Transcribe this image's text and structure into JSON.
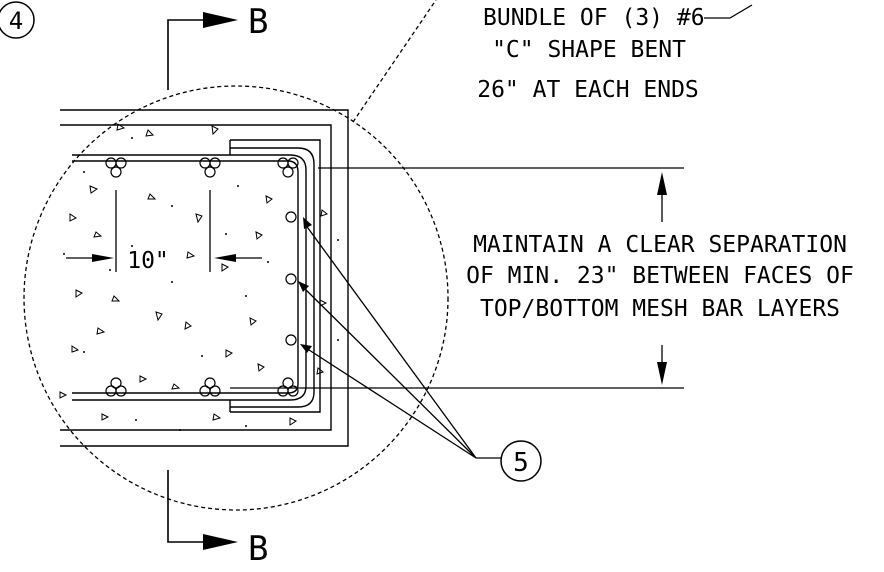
{
  "drawing": {
    "section_mark_top": "B",
    "section_mark_bottom": "B",
    "callout_4": "4",
    "callout_5": "5",
    "bundle_note": [
      "BUNDLE OF (3) #6",
      "\"C\" SHAPE BENT",
      "26\" AT EACH ENDS"
    ],
    "spacing_dim": "10\"",
    "separation_note": [
      "MAINTAIN A CLEAR SEPARATION",
      "OF MIN. 23\" BETWEEN FACES OF",
      "TOP/BOTTOM MESH BAR LAYERS"
    ]
  }
}
